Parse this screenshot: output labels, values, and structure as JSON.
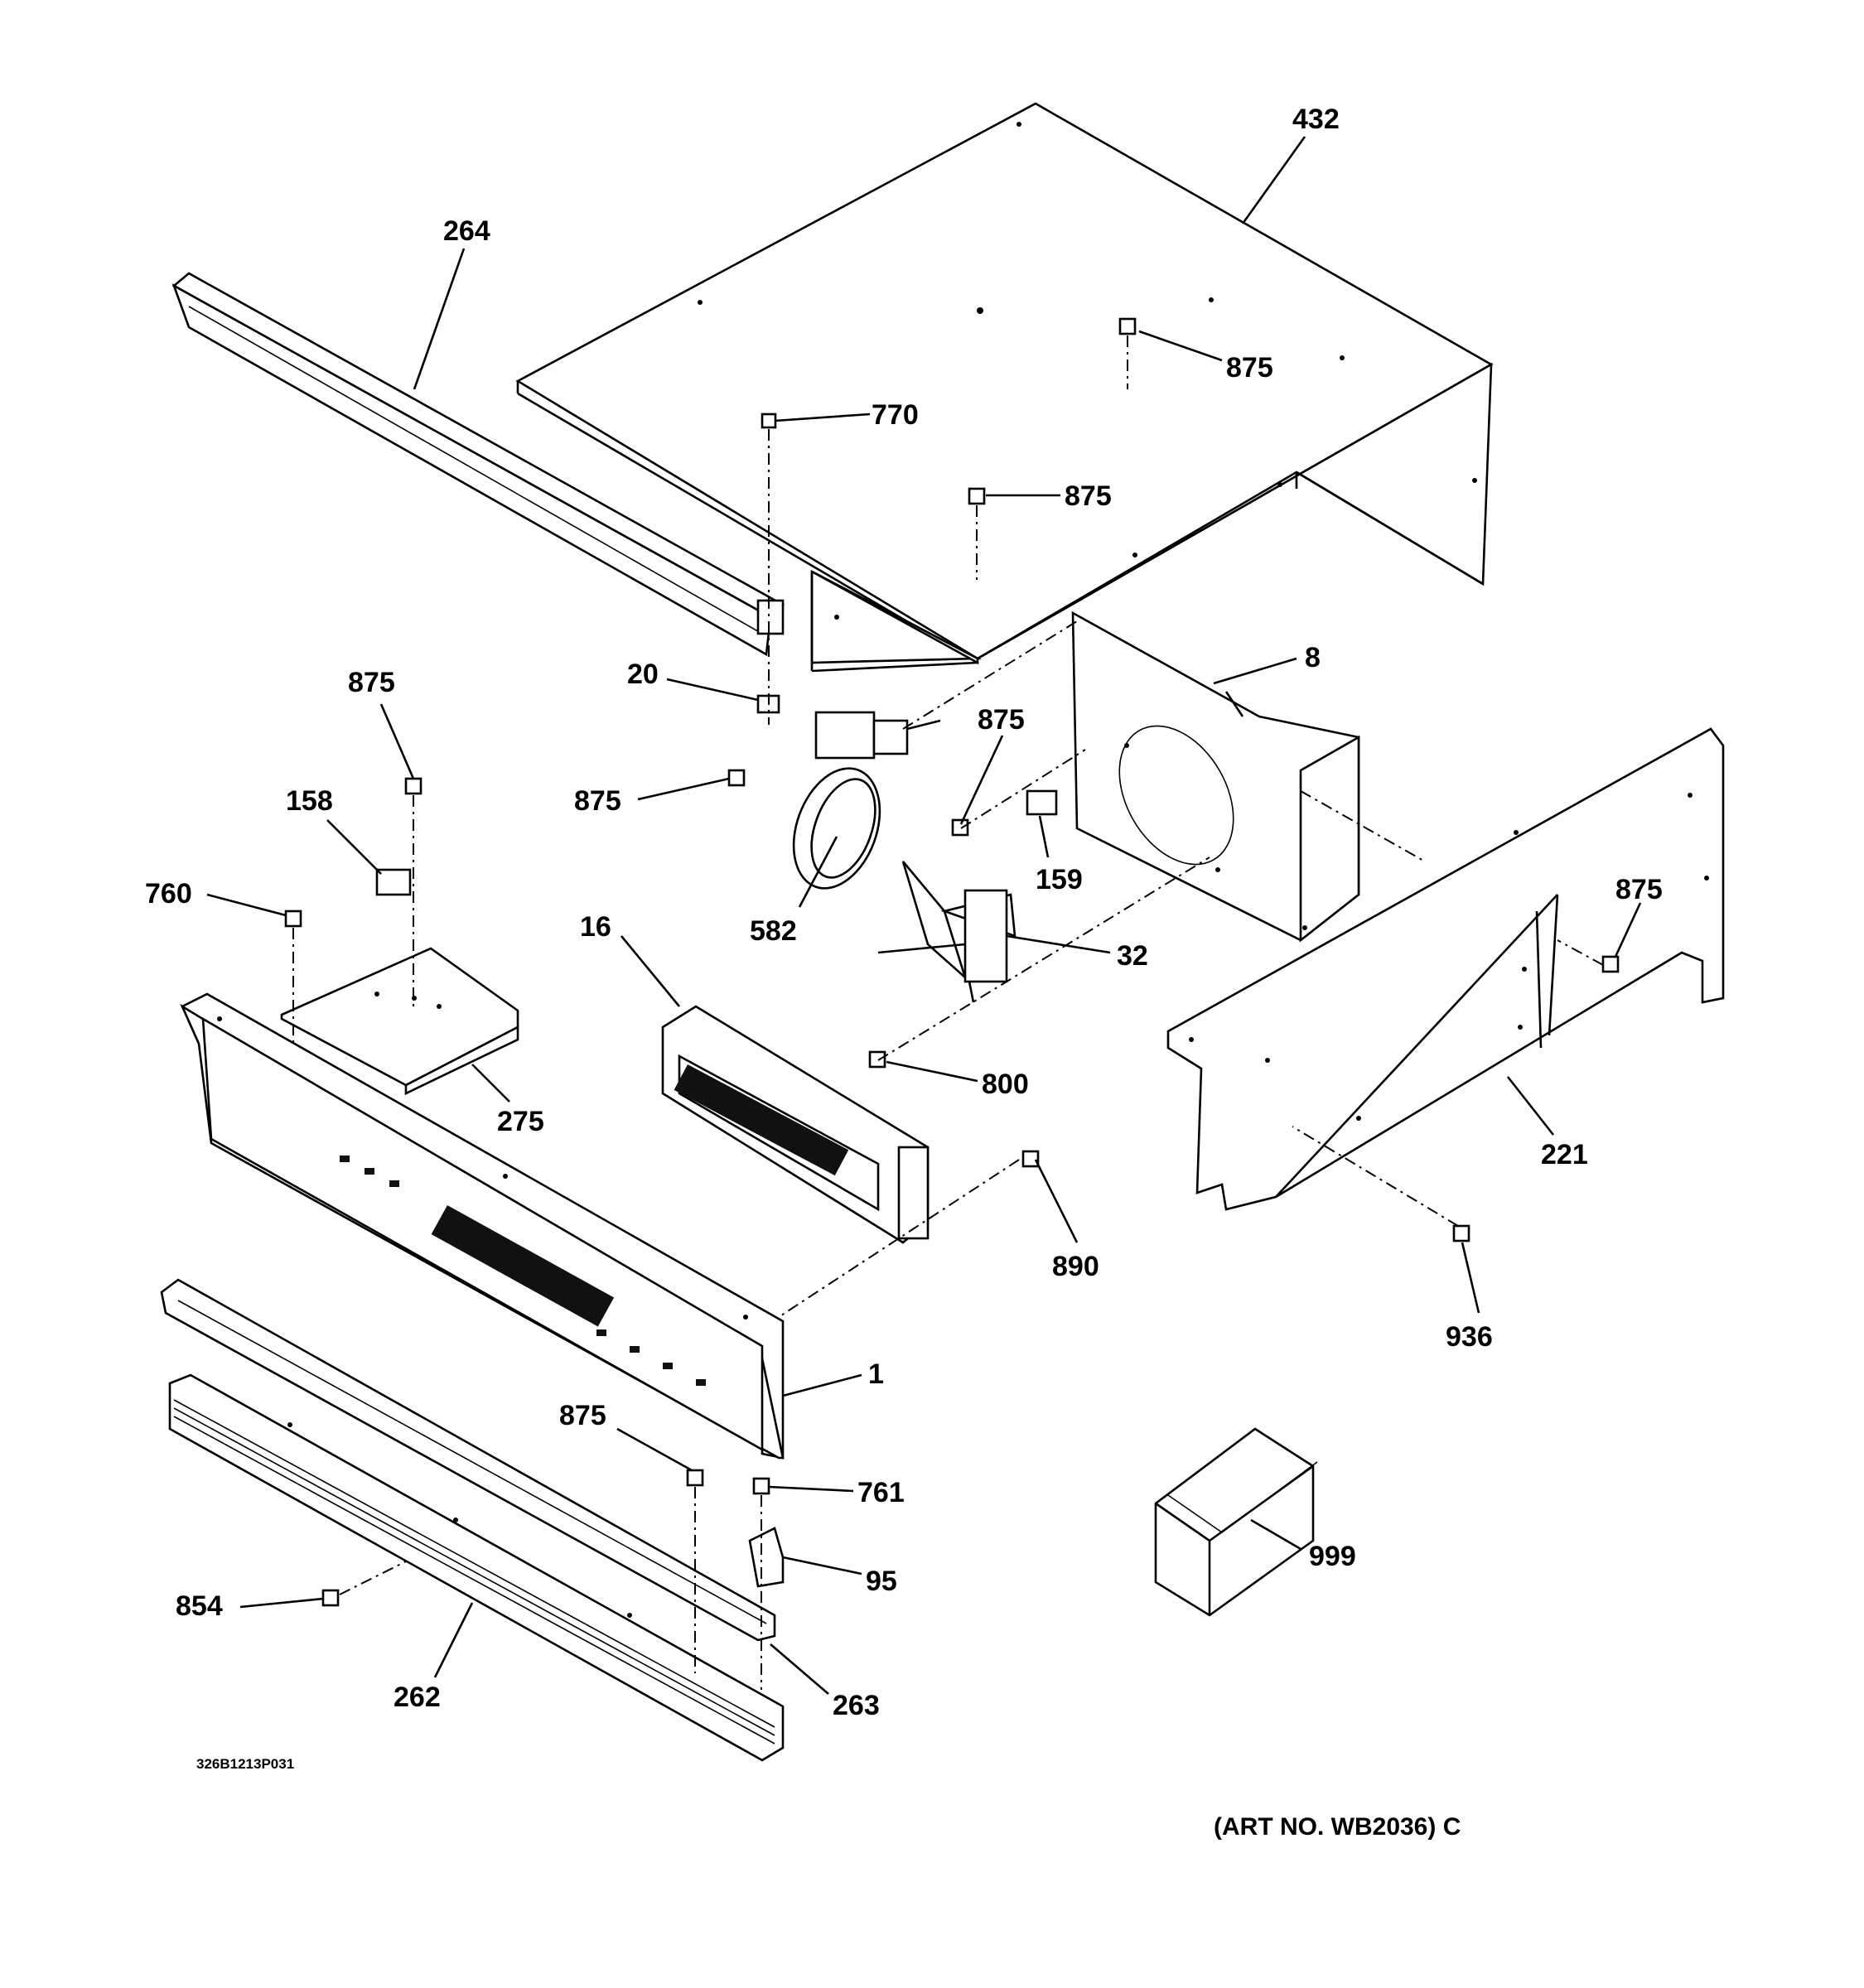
{
  "diagram": {
    "drawing_number": "326B1213P031",
    "art_number": "(ART NO. WB2036) C",
    "callouts": [
      {
        "id": "c432",
        "text": "432"
      },
      {
        "id": "c264",
        "text": "264"
      },
      {
        "id": "c875a",
        "text": "875"
      },
      {
        "id": "c770",
        "text": "770"
      },
      {
        "id": "c875b",
        "text": "875"
      },
      {
        "id": "c20",
        "text": "20"
      },
      {
        "id": "c8",
        "text": "8"
      },
      {
        "id": "c875c",
        "text": "875"
      },
      {
        "id": "c875d",
        "text": "875"
      },
      {
        "id": "c875e",
        "text": "875"
      },
      {
        "id": "c158",
        "text": "158"
      },
      {
        "id": "c159",
        "text": "159"
      },
      {
        "id": "c760",
        "text": "760"
      },
      {
        "id": "c582",
        "text": "582"
      },
      {
        "id": "c16",
        "text": "16"
      },
      {
        "id": "c32",
        "text": "32"
      },
      {
        "id": "c875f",
        "text": "875"
      },
      {
        "id": "c800",
        "text": "800"
      },
      {
        "id": "c275",
        "text": "275"
      },
      {
        "id": "c221",
        "text": "221"
      },
      {
        "id": "c890",
        "text": "890"
      },
      {
        "id": "c936",
        "text": "936"
      },
      {
        "id": "c1",
        "text": "1"
      },
      {
        "id": "c875g",
        "text": "875"
      },
      {
        "id": "c761",
        "text": "761"
      },
      {
        "id": "c999",
        "text": "999"
      },
      {
        "id": "c95",
        "text": "95"
      },
      {
        "id": "c854",
        "text": "854"
      },
      {
        "id": "c262",
        "text": "262"
      },
      {
        "id": "c263",
        "text": "263"
      }
    ]
  }
}
